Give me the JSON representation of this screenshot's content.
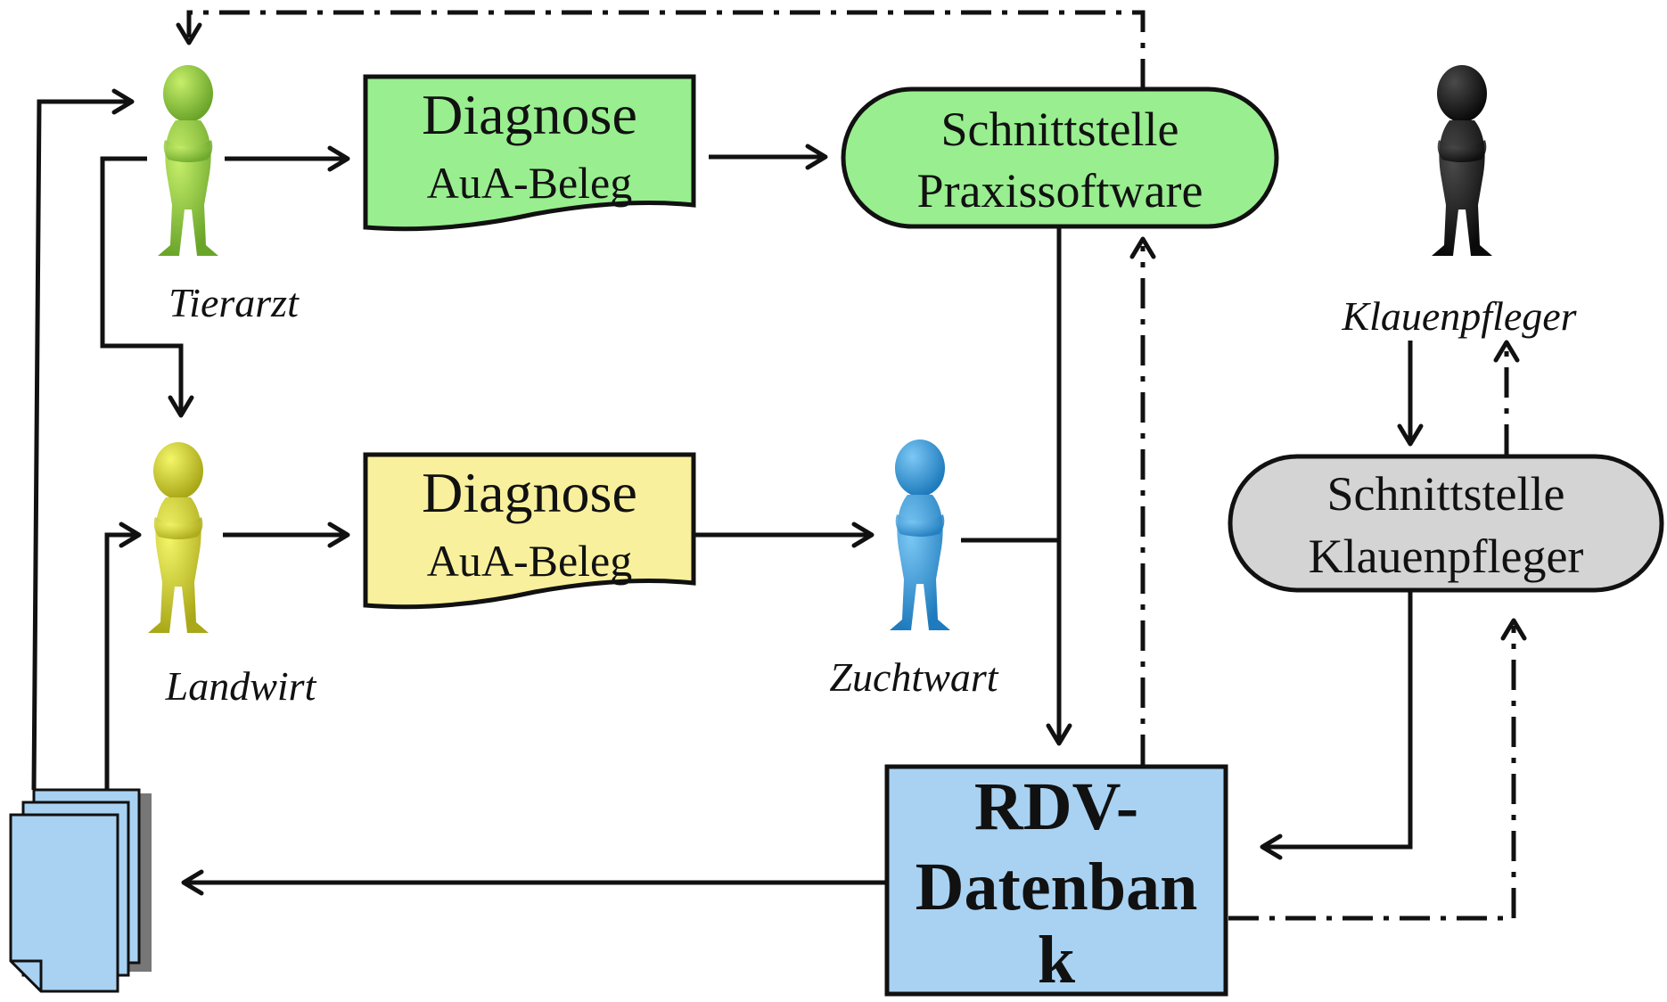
{
  "roles": {
    "tierarzt": "Tierarzt",
    "landwirt": "Landwirt",
    "zuchtwart": "Zuchtwart",
    "klauenpfleger": "Klauenpfleger"
  },
  "documents": [
    {
      "line1": "Diagnose",
      "line2": "AuA-Beleg",
      "color": "#99ee8f"
    },
    {
      "line1": "Diagnose",
      "line2": "AuA-Beleg",
      "color": "#f8f09c"
    }
  ],
  "interfaces": [
    {
      "line1": "Schnittstelle",
      "line2": "Praxissoftware",
      "color": "#99ee8f"
    },
    {
      "line1": "Schnittstelle",
      "line2": "Klauenpfleger",
      "color": "#d4d4d4"
    }
  ],
  "database": {
    "line1": "RDV-",
    "line2": "Datenban",
    "line3": "k",
    "color": "#a9d2f2"
  },
  "figure_colors": {
    "tierarzt": "#8cc63f",
    "landwirt": "#c8c81e",
    "zuchtwart": "#3a9ad9",
    "klauenpfleger": "#1a1a1a"
  },
  "report_stack_color": "#a9d2f2"
}
